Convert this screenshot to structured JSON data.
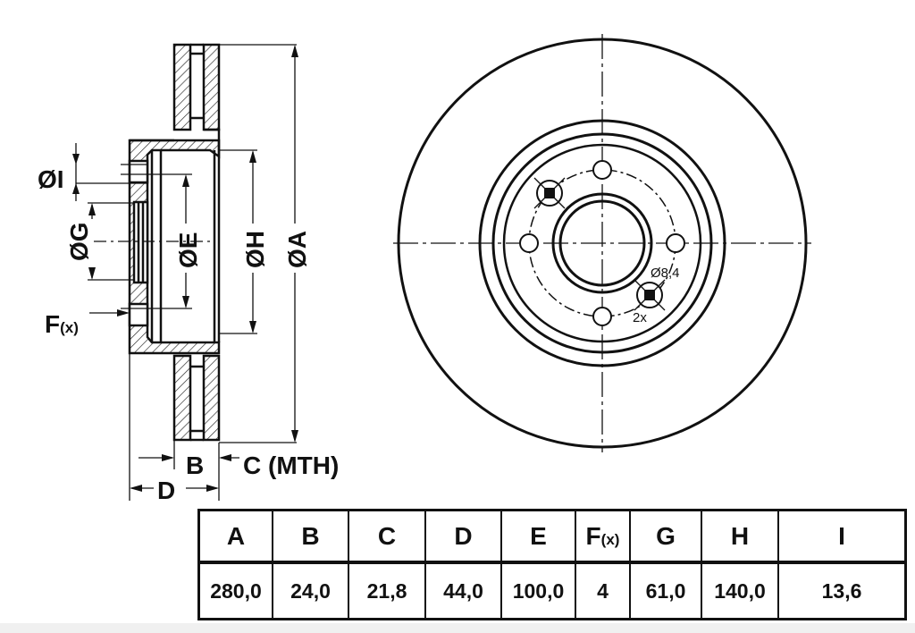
{
  "section_view": {
    "labels": {
      "I": "ØI",
      "G": "ØG",
      "E": "ØE",
      "H": "ØH",
      "A": "ØA",
      "F": "F",
      "F_sub": "(x)",
      "B": "B",
      "C": "C (MTH)",
      "D": "D"
    }
  },
  "front_view": {
    "hole_diameter": "Ø8,4",
    "hole_count": "2x"
  },
  "spec_table": {
    "headers": [
      "A",
      "B",
      "C",
      "D",
      "E",
      "F",
      "G",
      "H",
      "I"
    ],
    "f_sub": "(x)",
    "values": [
      "280,0",
      "24,0",
      "21,8",
      "44,0",
      "100,0",
      "4",
      "61,0",
      "140,0",
      "13,6"
    ]
  }
}
